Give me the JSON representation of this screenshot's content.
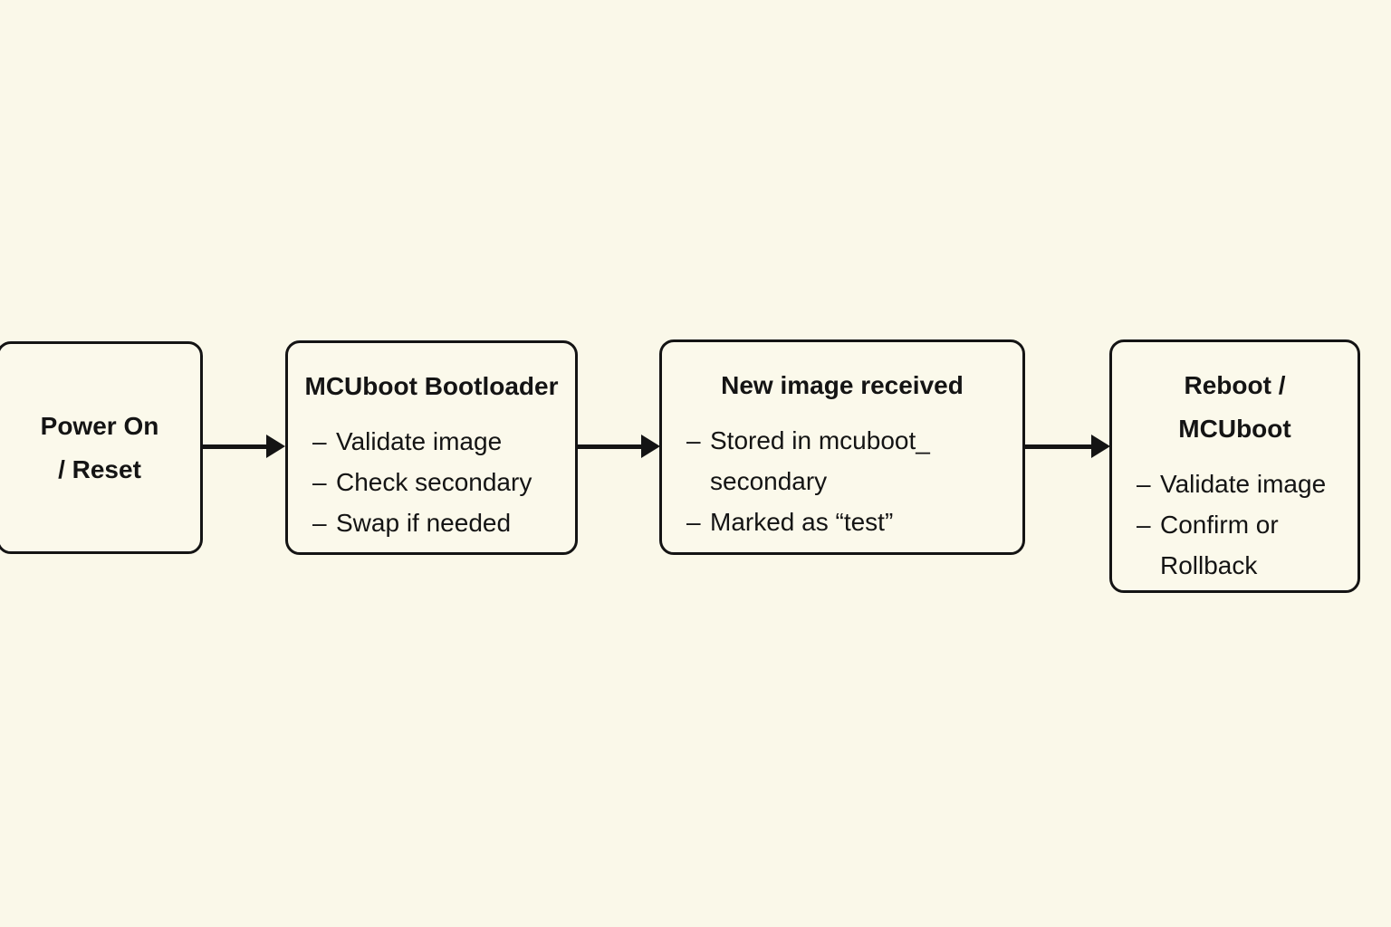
{
  "diagram": {
    "background_color": "#FAF8E9",
    "box_fill_color": "#FBF9EB",
    "line_color": "#141414",
    "bullet": "–",
    "boxes": [
      {
        "title_lines": [
          "Power On",
          "/ Reset"
        ],
        "items": []
      },
      {
        "title_lines": [
          "MCUboot Bootloader"
        ],
        "items": [
          "Validate image",
          "Check secondary",
          "Swap if needed"
        ]
      },
      {
        "title_lines": [
          "New image received"
        ],
        "items": [
          "Stored in mcuboot_\nsecondary",
          "Marked as “test”"
        ]
      },
      {
        "title_lines": [
          "Reboot /",
          "MCUboot"
        ],
        "items": [
          "Validate image",
          "Confirm or\nRollback"
        ]
      }
    ]
  }
}
